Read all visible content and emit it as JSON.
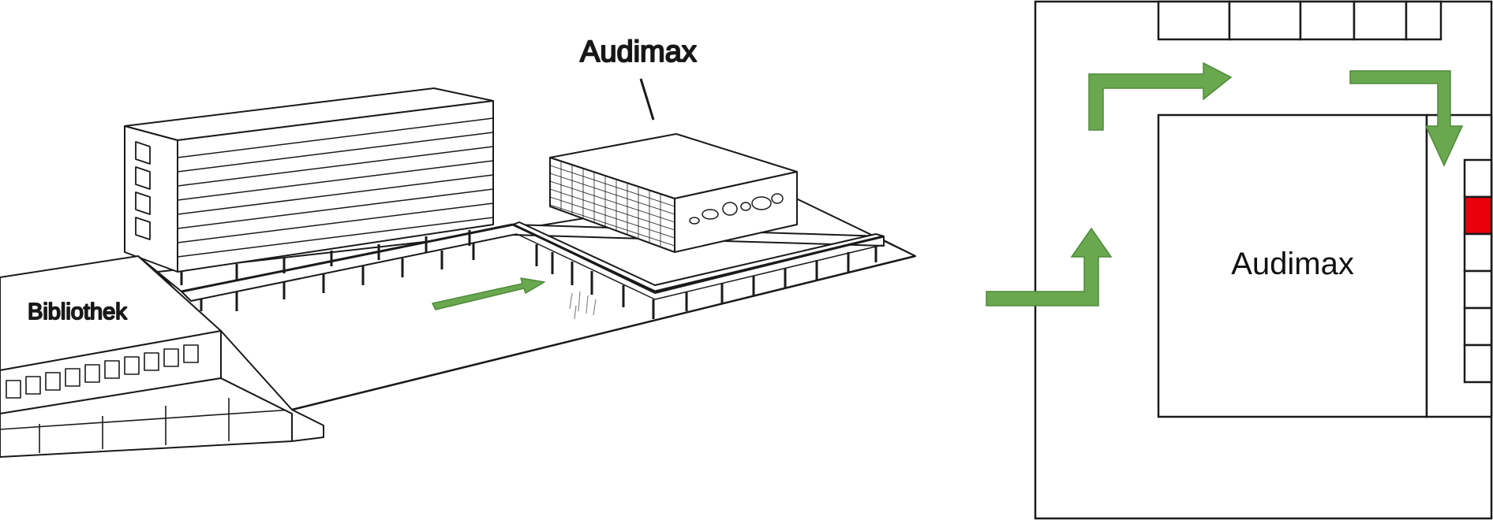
{
  "perspective": {
    "label_audimax": "Audimax",
    "label_bibliothek": "Bibliothek"
  },
  "floorplan": {
    "label_audimax": "Audimax",
    "highlight_cell": 2
  },
  "colors": {
    "arrow_green": "#6aa84f",
    "arrow_stroke": "#4e8a3a",
    "highlight_red": "#e8000b",
    "line": "#1a1a1a"
  },
  "icons": [
    "arrow-icon",
    "arrow-icon",
    "arrow-icon",
    "arrow-icon"
  ]
}
